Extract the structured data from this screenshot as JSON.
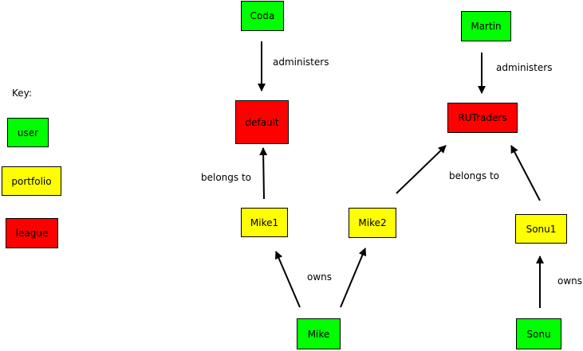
{
  "colors": {
    "user": "#00ff00",
    "portfolio": "#ffff00",
    "league": "#ff0000",
    "line": "#000000"
  },
  "key": {
    "title": "Key:",
    "user": "user",
    "portfolio": "portfolio",
    "league": "league"
  },
  "nodes": {
    "coda": "Coda",
    "martin": "Martin",
    "default": "default",
    "rutraders": "RUTraders",
    "mike1": "Mike1",
    "mike2": "Mike2",
    "sonu1": "Sonu1",
    "mike": "Mike",
    "sonu": "Sonu"
  },
  "edge_labels": {
    "coda_administers": "administers",
    "martin_administers": "administers",
    "mike1_belongs": "belongs to",
    "mike2_belongs": "belongs to",
    "mike_owns": "owns",
    "sonu_owns": "owns"
  }
}
